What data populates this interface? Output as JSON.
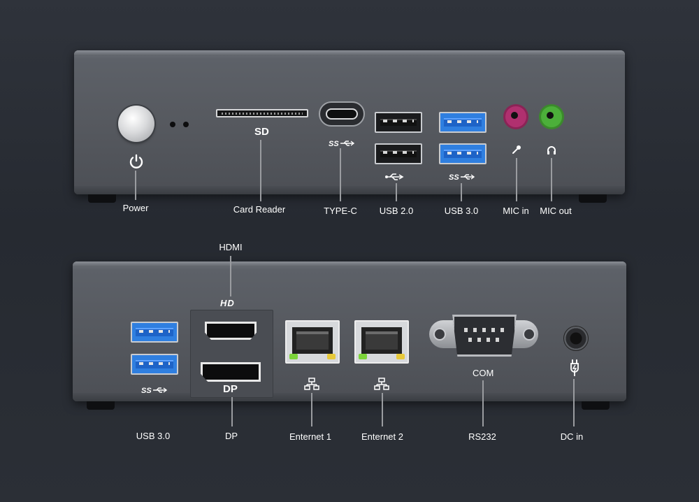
{
  "front": {
    "sd_label": "SD",
    "callouts": {
      "power": "Power",
      "card_reader": "Card Reader",
      "type_c": "TYPE-C",
      "usb20": "USB 2.0",
      "usb30": "USB 3.0",
      "mic_in": "MIC in",
      "mic_out": "MIC out"
    }
  },
  "rear": {
    "hdmi_top": "HDMI",
    "hdmi_logo": "HD",
    "dp_port_label": "DP",
    "com_label": "COM",
    "callouts": {
      "usb30": "USB 3.0",
      "dp": "DP",
      "ethernet1": "Enternet 1",
      "ethernet2": "Enternet 2",
      "rs232": "RS232",
      "dc_in": "DC in"
    }
  },
  "icons": [
    "power-icon",
    "usb-superspeed-icon",
    "usb-icon",
    "microphone-icon",
    "headphone-icon",
    "network-icon",
    "dc-power-icon"
  ],
  "colors": {
    "usb3_blue": "#2f7fe0",
    "mic_in_pink": "#b0306f",
    "mic_out_green": "#4caf3a",
    "led_green": "#7cd43a",
    "led_yellow": "#e7c93a"
  }
}
